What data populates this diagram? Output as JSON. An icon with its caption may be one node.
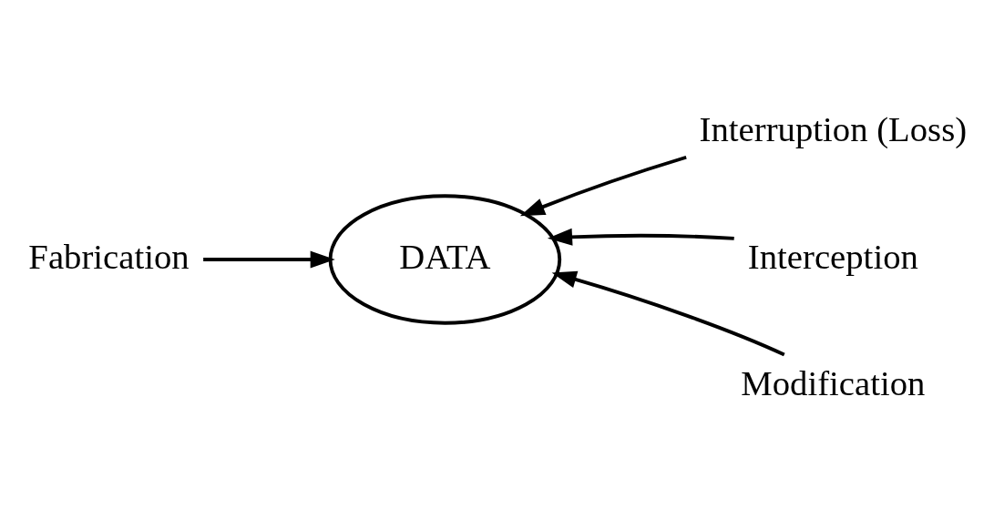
{
  "diagram": {
    "nodes": [
      {
        "text": [
          "DATA"
        ]
      },
      {
        "text": [
          "Interruption (Loss)"
        ]
      },
      {
        "text": [
          "Interception"
        ]
      },
      {
        "text": [
          "Modification"
        ]
      },
      {
        "text": [
          "Fabrication"
        ]
      }
    ],
    "edges": [
      {
        "from": 1,
        "to": 0,
        "arrow": "to"
      },
      {
        "from": 2,
        "to": 0,
        "arrow": "to"
      },
      {
        "from": 3,
        "to": 0,
        "arrow": "to"
      },
      {
        "from": 4,
        "to": 0,
        "arrow": "to"
      }
    ]
  }
}
